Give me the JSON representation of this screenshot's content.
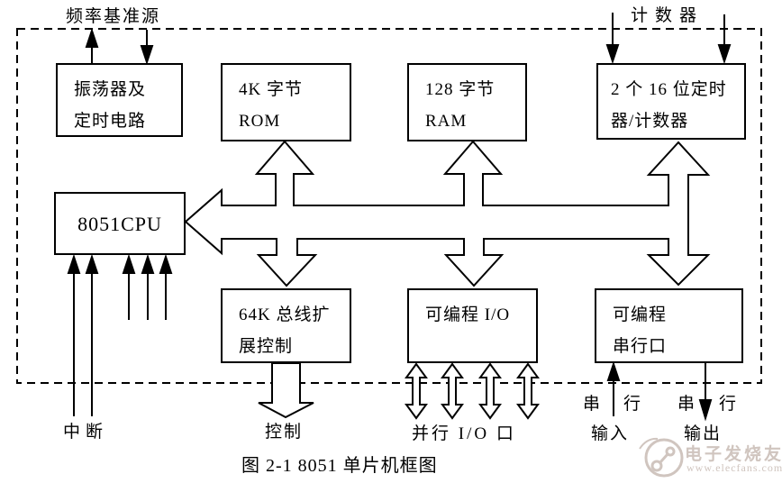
{
  "figure": {
    "caption": "图 2-1 8051 单片机框图",
    "boxes": {
      "oscillator": {
        "line1": "振荡器及",
        "line2": "定时电路"
      },
      "rom": {
        "line1": "4K 字节",
        "line2": "ROM"
      },
      "ram": {
        "line1": "128 字节",
        "line2": "RAM"
      },
      "timer": {
        "line1": "2 个 16 位定时",
        "line2": "器/计数器"
      },
      "cpu": {
        "line1": "8051CPU"
      },
      "bus_expansion": {
        "line1": "64K 总线扩",
        "line2": "展控制"
      },
      "prog_io": {
        "line1": "可编程 I/O"
      },
      "serial_port": {
        "line1": "可编程",
        "line2": "串行口"
      }
    },
    "labels": {
      "freq_source": "频率基准源",
      "counter": "计数器",
      "interrupt": "中断",
      "control": "控制",
      "parallel_io": "并行 I/O 口",
      "serial_in_a": "串",
      "serial_in_b": "行",
      "serial_in": "输入",
      "serial_out_a": "串",
      "serial_out_b": "行",
      "serial_out": "输出"
    },
    "watermark": {
      "name": "电子发烧友",
      "url": "www.elecfans.com",
      "color": "#d0c5bf"
    },
    "colors": {
      "line": "#000000",
      "background": "#ffffff"
    }
  }
}
